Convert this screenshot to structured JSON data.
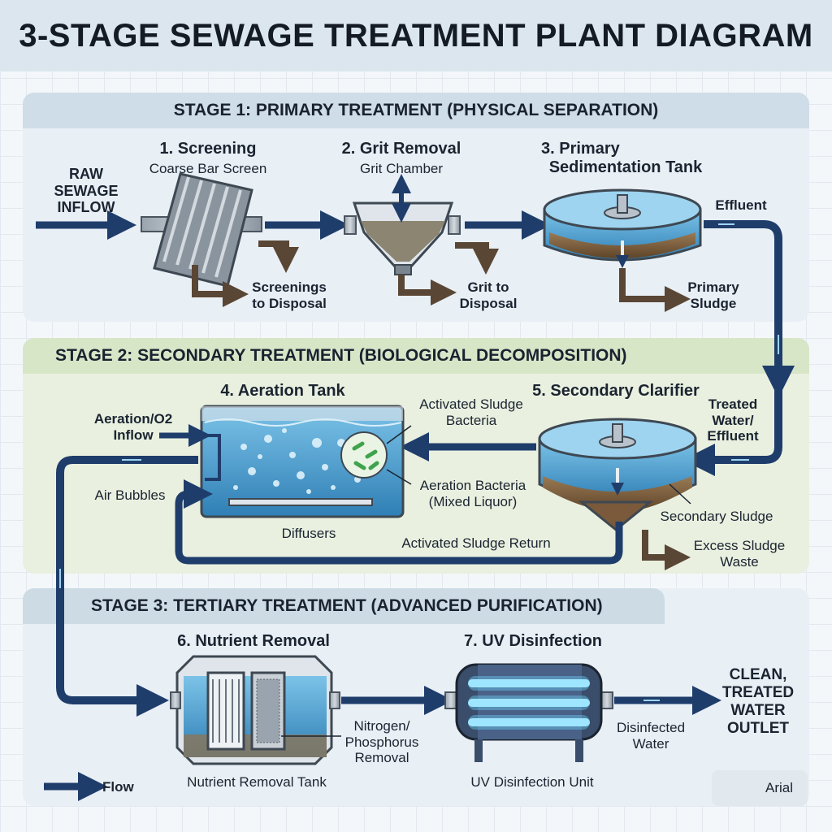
{
  "title": "3-STAGE SEWAGE TREATMENT PLANT DIAGRAM",
  "stage1": {
    "header": "STAGE 1: PRIMARY TREATMENT (PHYSICAL SEPARATION)",
    "inflow": [
      "RAW",
      "SEWAGE",
      "INFLOW"
    ],
    "screening": {
      "title": "1. Screening",
      "subtitle": "Coarse Bar Screen",
      "output": [
        "Screenings",
        "to Disposal"
      ]
    },
    "grit": {
      "title": "2. Grit Removal",
      "subtitle": "Grit Chamber",
      "output": [
        "Grit to",
        "Disposal"
      ]
    },
    "primary": {
      "title": [
        "3. Primary",
        "Sedimentation Tank"
      ],
      "effluent": "Effluent",
      "sludge": [
        "Primary",
        "Sludge"
      ]
    }
  },
  "stage2": {
    "header": "STAGE 2: SECONDARY TREATMENT (BIOLOGICAL DECOMPOSITION)",
    "aeration": {
      "title": "4. Aeration Tank",
      "o2_inflow": [
        "Aeration/O2",
        "Inflow"
      ],
      "air_bubbles": "Air Bubbles",
      "bacteria": [
        "Activated Sludge",
        "Bacteria"
      ],
      "mixed_liquor": [
        "Aeration Bacteria",
        "(Mixed Liquor)"
      ],
      "diffusers": "Diffusers"
    },
    "clarifier": {
      "title": "5. Secondary Clarifier",
      "treated": [
        "Treated",
        "Water/",
        "Effluent"
      ],
      "sludge": "Secondary Sludge",
      "excess": [
        "Excess Sludge",
        "Waste"
      ]
    },
    "return": "Activated Sludge Return"
  },
  "stage3": {
    "header": "STAGE 3: TERTIARY TREATMENT (ADVANCED PURIFICATION)",
    "nutrient": {
      "title": "6. Nutrient Removal",
      "label": [
        "Nitrogen/",
        "Phosphorus",
        "Removal"
      ],
      "tank": "Nutrient Removal Tank"
    },
    "uv": {
      "title": "7. UV Disinfection",
      "disinfected": [
        "Disinfected",
        "Water"
      ],
      "unit": "UV Disinfection Unit"
    },
    "outlet": [
      "CLEAN,",
      "TREATED",
      "WATER",
      "OUTLET"
    ]
  },
  "legend": {
    "flow": "Flow",
    "arial": "Arial"
  },
  "colors": {
    "pipe": "#1f3d6b",
    "water": "#4f9fcf",
    "sludge": "#7a5a3a",
    "uv": "#6fd6ff",
    "stage_green": "#e9f0e0",
    "stage_blue": "#e8eff5"
  }
}
